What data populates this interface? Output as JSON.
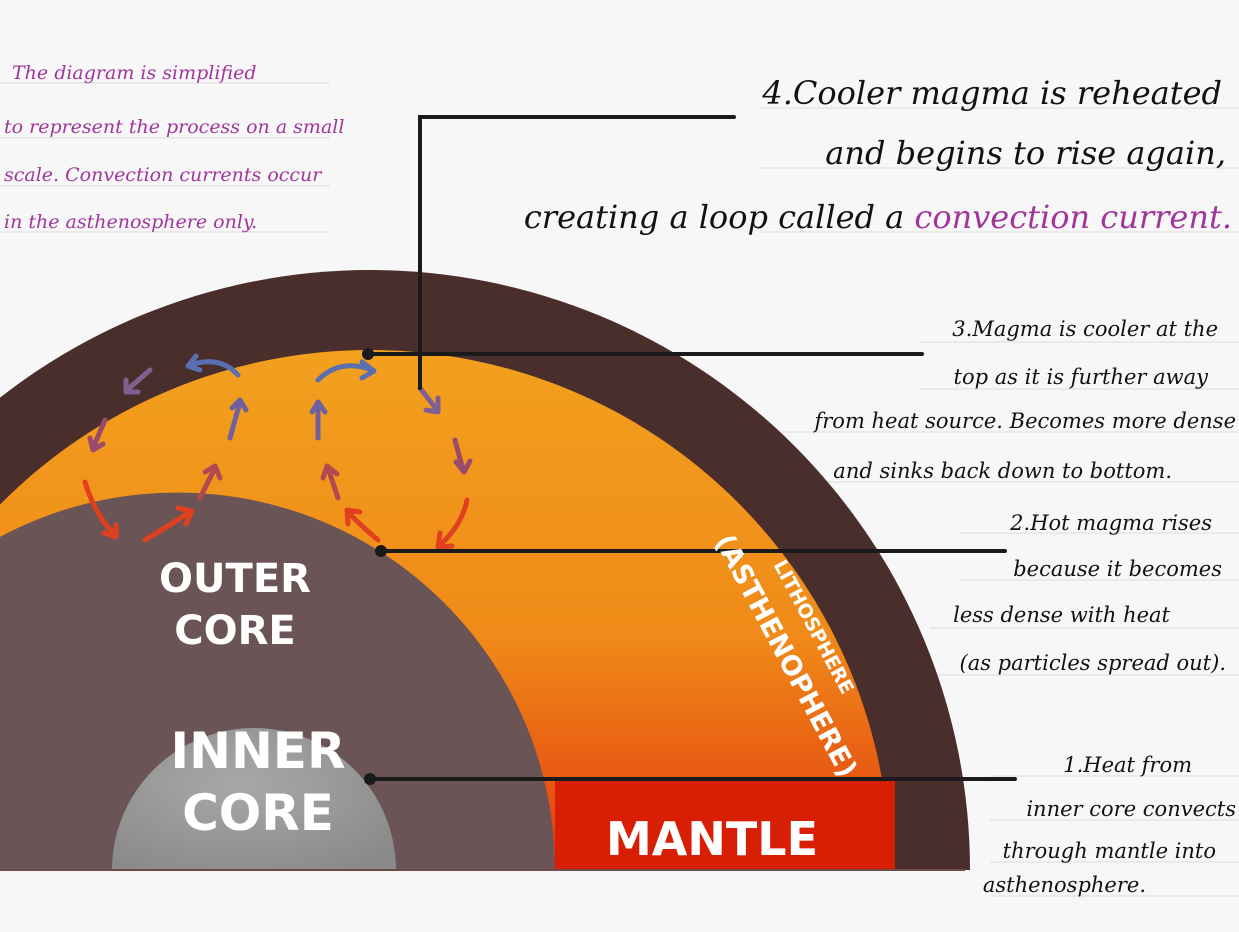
{
  "note": {
    "lines": [
      "The diagram is simplified",
      "to represent the process on a small",
      "scale. Convection currents occur",
      "in the asthenosphere only."
    ]
  },
  "steps": {
    "step4": {
      "lines": [
        "4.Cooler magma is reheated",
        "and begins to rise again,"
      ],
      "line3_prefix": "creating a loop called a ",
      "highlight": "convection current."
    },
    "step3": {
      "lines": [
        "3.Magma is cooler at the",
        "top as it is further away",
        "from heat source. Becomes more dense",
        "and sinks back down to bottom."
      ]
    },
    "step2": {
      "lines": [
        "2.Hot magma rises",
        "because it becomes",
        "less dense with heat",
        "(as particles spread out)."
      ]
    },
    "step1": {
      "lines": [
        "1.Heat from",
        "inner core convects",
        "through mantle into",
        "asthenosphere."
      ]
    }
  },
  "layers": {
    "outer_core": [
      "OUTER",
      "CORE"
    ],
    "inner_core": [
      "INNER",
      "CORE"
    ],
    "mantle": "MANTLE",
    "lithosphere": "LITHOSPHERE",
    "asthenosphere": "(ASTHENOPHERE)"
  },
  "colors": {
    "crust": "#4a2e2c",
    "asthenosphere_top": "#f2a01e",
    "asthenosphere_bottom": "#e23a10",
    "mantle": "#d81e05",
    "outer_core": "#6b5456",
    "inner_core": "#9c9c9c",
    "note": "#a0369c",
    "arrow_hot": "#e0401e",
    "arrow_warm": "#9a4a6a",
    "arrow_cool": "#5a6fb0"
  }
}
